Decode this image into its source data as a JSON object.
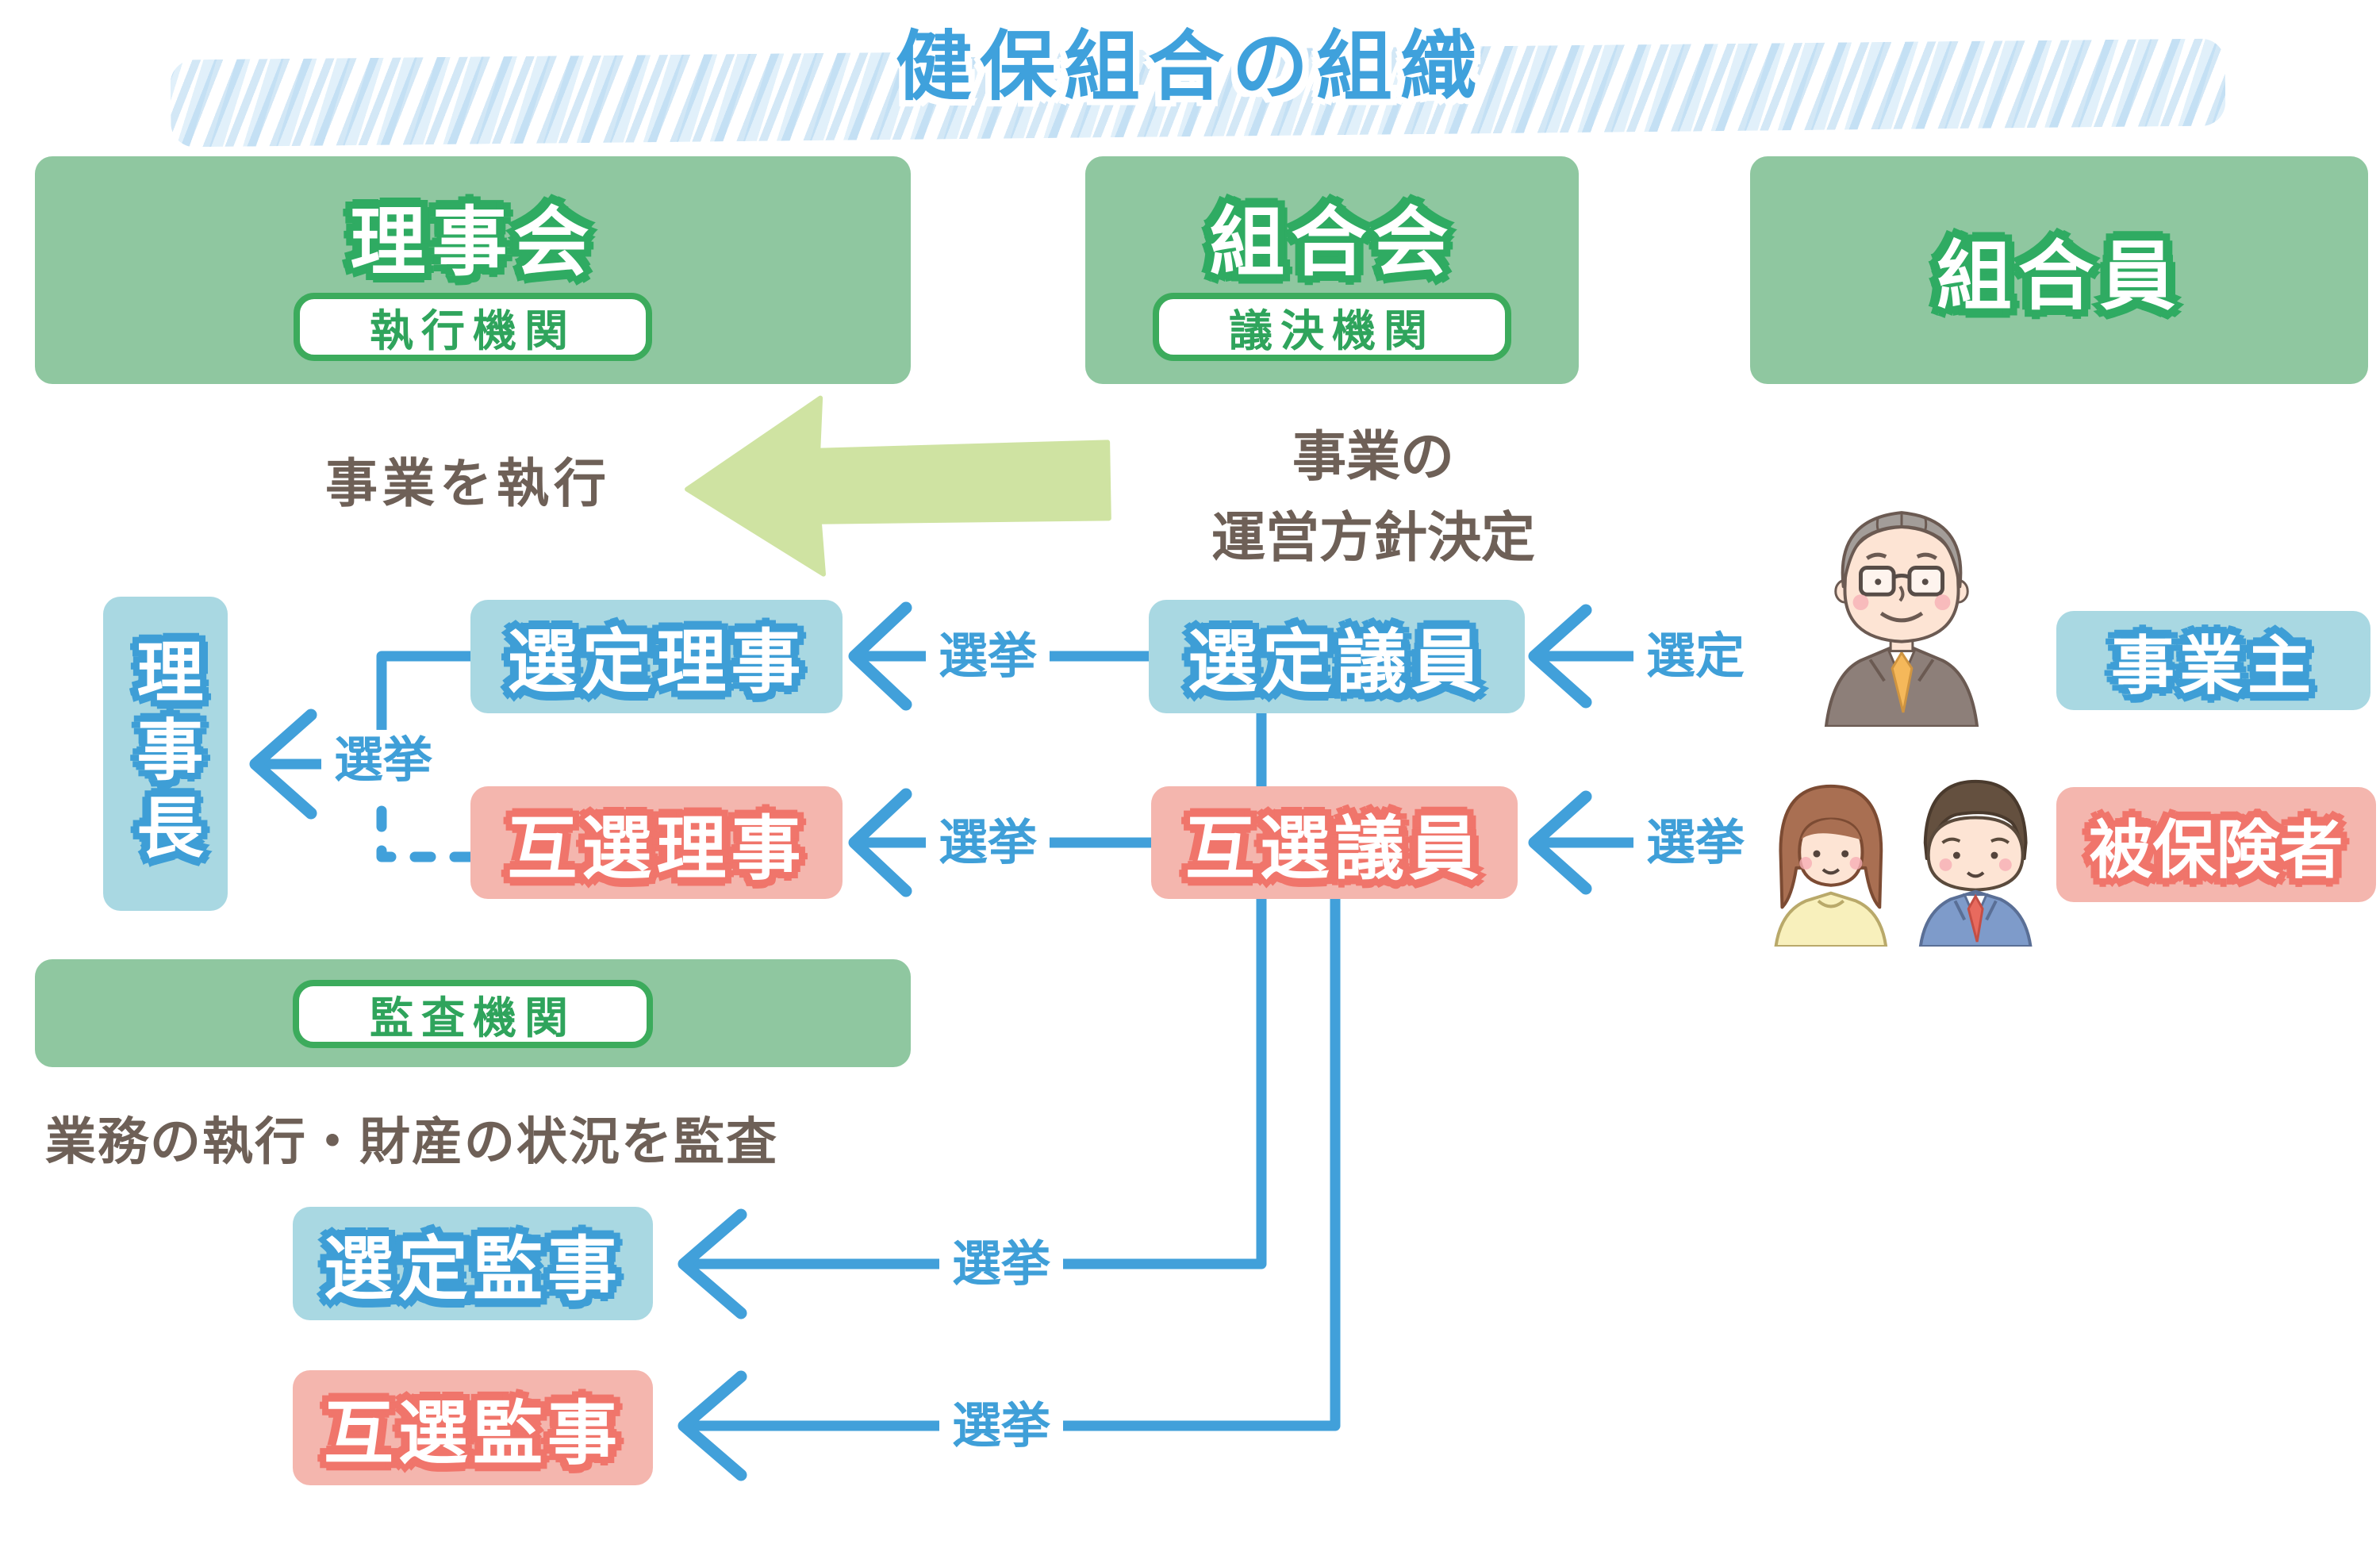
{
  "title": "健保組合の組織",
  "boards": {
    "rijikai": {
      "title": "理事会",
      "tag": "執行機関"
    },
    "kumiaikai": {
      "title": "組合会",
      "tag": "議決機関"
    },
    "kumiaiin": {
      "title": "組合員"
    },
    "kansa": {
      "tag": "監査機関"
    }
  },
  "notes": {
    "execute": "事業を執行",
    "policy_line1": "事業の",
    "policy_line2": "運営方針決定",
    "audit": "業務の執行・財産の状況を監査"
  },
  "nodes": {
    "rijicho": "理事長",
    "sentei_riji": "選定理事",
    "gosen_riji": "互選理事",
    "sentei_giin": "選定議員",
    "gosen_giin": "互選議員",
    "jigyonushi": "事業主",
    "hihokensha": "被保険者",
    "sentei_kanji": "選定監事",
    "gosen_kanji": "互選監事"
  },
  "edges": [
    {
      "id": "sentei-giin-to-sentei-riji",
      "label": "選挙"
    },
    {
      "id": "gosen-giin-to-gosen-riji",
      "label": "選挙"
    },
    {
      "id": "riji-to-rijicho",
      "label": "選挙"
    },
    {
      "id": "jigyonushi-to-sentei-giin",
      "label": "選定"
    },
    {
      "id": "hihokensha-to-gosen-giin",
      "label": "選挙"
    },
    {
      "id": "sentei-giin-to-sentei-kanji",
      "label": "選挙"
    },
    {
      "id": "gosen-giin-to-gosen-kanji",
      "label": "選挙"
    }
  ],
  "colors": {
    "title_blue": "#3fa1dc",
    "highlight_blue": "#d7eaf6",
    "green_fill": "#8fc7a0",
    "green_outline": "#2fab62",
    "blue_fill": "#a9d8e2",
    "blue_outline": "#3e9ed6",
    "pink_fill": "#f4b6ae",
    "pink_outline": "#f0756b",
    "arrow_blue": "#41a0da",
    "arrow_green": "#cfe3a2",
    "text_brown": "#6e6057"
  },
  "illustrations": {
    "employer": "employer-illustration",
    "insured": "insured-couple-illustration"
  }
}
